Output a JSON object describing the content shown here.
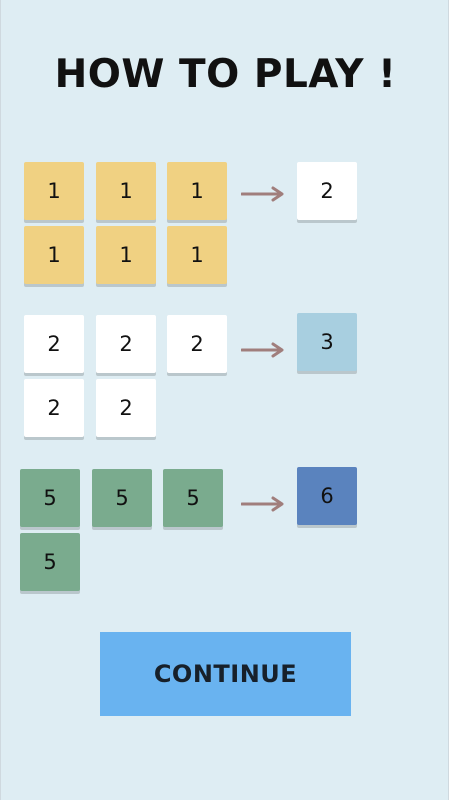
{
  "title": "HOW TO PLAY !",
  "rules": [
    {
      "inputs": [
        "1",
        "1",
        "1",
        "1",
        "1",
        "1"
      ],
      "result": "2",
      "input_color": "#f0d182",
      "result_color": "#ffffff"
    },
    {
      "inputs": [
        "2",
        "2",
        "2",
        "2",
        "2"
      ],
      "result": "3",
      "input_color": "#ffffff",
      "result_color": "#a8cfe0"
    },
    {
      "inputs": [
        "5",
        "5",
        "5",
        "5"
      ],
      "result": "6",
      "input_color": "#7aab8e",
      "result_color": "#5a83be"
    }
  ],
  "arrow_icon": "right-arrow-icon",
  "arrow_color": "#a07e7c",
  "continue_label": "CONTINUE",
  "continue_color": "#69b3f0",
  "background_color": "#deedf3"
}
